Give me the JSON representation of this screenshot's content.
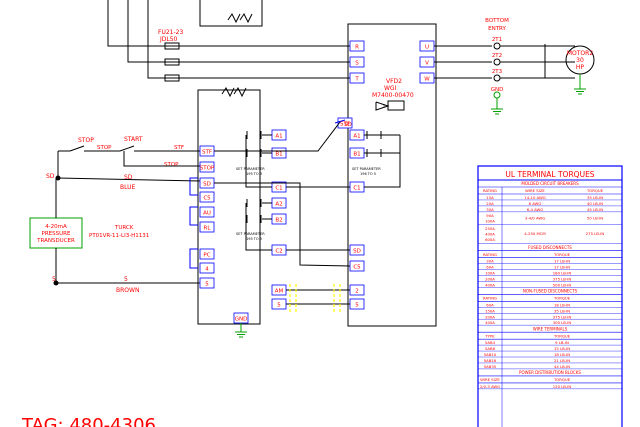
{
  "fuse_label": "FU21-23",
  "fuse_part": "JDL50",
  "vfd_name": "VFD2",
  "vfd_brand": "WGI",
  "vfd_model": "M7400-00470",
  "vfd_input_terminals": [
    "R",
    "S",
    "T"
  ],
  "vfd_output_terminals": [
    "U",
    "V",
    "W"
  ],
  "vfd_left_terminals": [
    "STF",
    "SD",
    "A1",
    "B1",
    "C1",
    "SD",
    "C5"
  ],
  "motor": {
    "entry": [
      "BOTTOM",
      "ENTRY"
    ],
    "terminals": [
      "2T1",
      "2T2",
      "2T3"
    ],
    "ground": "GND",
    "name": "MOTOR2",
    "hp_value": "30",
    "hp_unit": "HP"
  },
  "controls": {
    "stop": "STOP",
    "start": "START",
    "stop_wire": "STOP",
    "stf_wire": "STF",
    "sd_node": "SD",
    "five_node": "5"
  },
  "wires": {
    "sd_label": "SD",
    "sd_color": "BLUE",
    "five_label": "5",
    "five_color": "BROWN"
  },
  "transducer": {
    "lines": [
      "4-20mA",
      "PRESSURE",
      "TRANSDUCER"
    ],
    "part_brand": "TURCK",
    "part_number": "PT01VR-11-LI3-H1131"
  },
  "panel_terminals": [
    "STF",
    "STOP",
    "SD",
    "C5",
    "AU",
    "RL",
    "PC",
    "4",
    "5",
    "AM",
    "5",
    "GND"
  ],
  "relay_terminals": [
    "A1",
    "B1",
    "C1",
    "A2",
    "B2",
    "C2"
  ],
  "relay_notes": [
    {
      "line1": "SET PARAMETER",
      "line2": "195 TO 3"
    },
    {
      "line1": "SET PARAMETER",
      "line2": "196 TO 5"
    },
    {
      "line1": "SET PARAMETER",
      "line2": "195 TO 5"
    }
  ],
  "analog_terminals": [
    "2",
    "5"
  ],
  "tag": "TAG: 480-4306",
  "ul_table": {
    "title": "UL TERMINAL TORQUES",
    "sections": [
      {
        "header": "MOLDED CIRCUIT BREAKERS",
        "columns": [
          "RATING",
          "WIRE SIZE",
          "TORQUE"
        ],
        "rows": [
          [
            "15A",
            "14-10 AWG",
            "35 LB-IN"
          ],
          [
            "20A",
            "8 AWG",
            "40 LB-IN"
          ],
          [
            "30A",
            "6-4 AWG",
            "45 LB-IN"
          ],
          [
            "90A\n100A",
            "3-4/0 AWG",
            "50 LB-IN"
          ],
          [
            "250A\n400A\n600A",
            "4-250 MCM",
            "275 LB-IN"
          ]
        ]
      },
      {
        "header": "FUSED DISCONNECTS",
        "columns": [
          "RATING",
          "TORQUE"
        ],
        "rows": [
          [
            "30A",
            "17 LB-IN"
          ],
          [
            "60A",
            "17 LB-IN"
          ],
          [
            "100A",
            "180 LB-IN"
          ],
          [
            "200A",
            "375 LB-IN"
          ],
          [
            "400A",
            "500 LB-IN"
          ]
        ]
      },
      {
        "header": "NON-FUSED DISCONNECTS",
        "columns": [
          "RATING",
          "TORQUE"
        ],
        "rows": [
          [
            "60A",
            "18 LB-IN"
          ],
          [
            "150A",
            "35 LB-IN"
          ],
          [
            "200A",
            "375 LB-IN"
          ],
          [
            "400A",
            "300 LB-IN"
          ]
        ]
      },
      {
        "header": "WIRE TERMINALS",
        "columns": [
          "TYPE",
          "TORQUE"
        ],
        "rows": [
          [
            "5AB4",
            "9 LB-IN"
          ],
          [
            "5AB6",
            "15 LB-IN"
          ],
          [
            "5AB10",
            "18 LB-IN"
          ],
          [
            "5AB16",
            "21 LB-IN"
          ],
          [
            "5AB35",
            "44 LB-IN"
          ]
        ]
      },
      {
        "header": "POWER DISTRIBUTION BLOCKS",
        "columns": [
          "WIRE SIZE",
          "TORQUE"
        ],
        "rows": [
          [
            "2/0-3 AWG",
            "120 LB-IN"
          ]
        ]
      }
    ]
  },
  "colors": {
    "wire": "#000000",
    "label": "#ff0000",
    "box": "#000000",
    "terminal_fill": "#ffffff",
    "terminal_stroke": "#0000ff",
    "ground": "#00a000",
    "dashed": "#ffff00",
    "transducer_stroke": "#00a000",
    "table_border": "#0000ff"
  }
}
